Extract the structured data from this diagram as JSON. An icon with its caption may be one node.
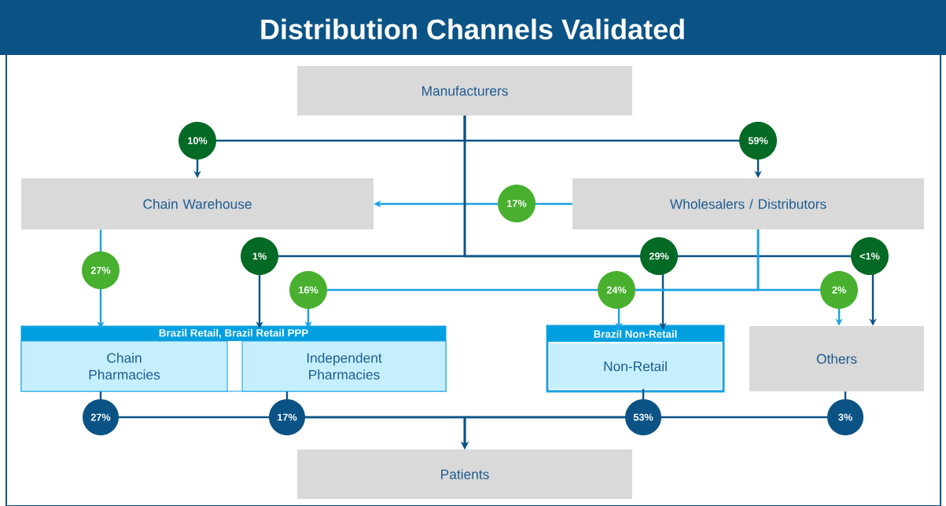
{
  "diagram": {
    "title": "Distribution Channels Validated",
    "nodes": [
      {
        "text": [
          "Manufacturers"
        ]
      },
      {
        "text": [
          "Chain Warehouse"
        ]
      },
      {
        "text": [
          "Wholesalers / Distributors"
        ]
      },
      {
        "text": [
          "Brazil Retail, Brazil Retail PPP"
        ]
      },
      {
        "text": [
          "Chain Pharmacies"
        ],
        "in": 3
      },
      {
        "text": [
          "Independent Pharmacies"
        ],
        "in": 3
      },
      {
        "text": [
          "Brazil Non-Retail"
        ]
      },
      {
        "text": [
          "Non-Retail"
        ],
        "in": 6
      },
      {
        "text": [
          "Others"
        ]
      },
      {
        "text": [
          "Patients"
        ]
      }
    ],
    "edges": [
      {
        "from": 0,
        "to": 1,
        "arrow": "to",
        "label": "10%"
      },
      {
        "from": 0,
        "to": 2,
        "arrow": "to",
        "label": "59%"
      },
      {
        "from": 2,
        "to": 1,
        "arrow": "to",
        "label": "17%",
        "color": "#1ba1e2"
      },
      {
        "from": 1,
        "to": 3,
        "arrow": "to",
        "label": "27%",
        "color": "#1ba1e2"
      },
      {
        "from": 0,
        "to": 3,
        "arrow": "to",
        "label": "1%"
      },
      {
        "from": 0,
        "to": 6,
        "arrow": "to",
        "label": "29%"
      },
      {
        "from": 0,
        "to": 8,
        "arrow": "to",
        "label": "<1%"
      },
      {
        "from": 2,
        "to": 3,
        "arrow": "to",
        "label": "16%",
        "color": "#1ba1e2"
      },
      {
        "from": 2,
        "to": 6,
        "arrow": "to",
        "label": "24%",
        "color": "#1ba1e2"
      },
      {
        "from": 2,
        "to": 8,
        "arrow": "to",
        "label": "2%",
        "color": "#1ba1e2"
      },
      {
        "from": 4,
        "to": 9,
        "arrow": "to",
        "label": "27%"
      },
      {
        "from": 5,
        "to": 9,
        "arrow": "to",
        "label": "17%"
      },
      {
        "from": 7,
        "to": 9,
        "arrow": "to",
        "label": "53%"
      },
      {
        "from": 8,
        "to": 9,
        "arrow": "to",
        "label": "3%"
      }
    ]
  }
}
